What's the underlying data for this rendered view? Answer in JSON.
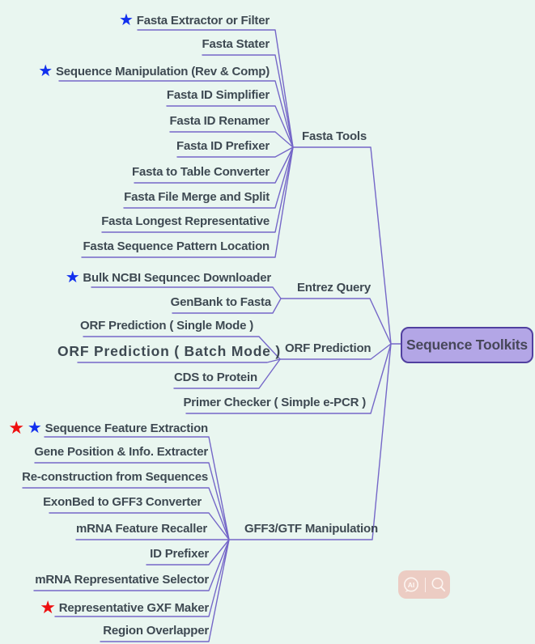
{
  "root": {
    "label": "Sequence Toolkits"
  },
  "branches": [
    {
      "label": "Fasta Tools",
      "leaves": [
        {
          "label": "Fasta Extractor or Filter",
          "stars": [
            "blue"
          ]
        },
        {
          "label": "Fasta Stater",
          "stars": []
        },
        {
          "label": "Sequence Manipulation (Rev & Comp)",
          "stars": [
            "blue"
          ]
        },
        {
          "label": "Fasta ID Simplifier",
          "stars": []
        },
        {
          "label": "Fasta ID Renamer",
          "stars": []
        },
        {
          "label": "Fasta ID Prefixer",
          "stars": []
        },
        {
          "label": "Fasta to Table Converter",
          "stars": []
        },
        {
          "label": "Fasta File Merge and Split",
          "stars": []
        },
        {
          "label": "Fasta Longest Representative",
          "stars": []
        },
        {
          "label": "Fasta Sequence Pattern Location",
          "stars": []
        }
      ]
    },
    {
      "label": "Entrez Query",
      "leaves": [
        {
          "label": "Bulk NCBI Sequncec Downloader",
          "stars": [
            "blue"
          ]
        },
        {
          "label": "GenBank to Fasta",
          "stars": []
        }
      ]
    },
    {
      "label": "ORF Prediction",
      "leaves": [
        {
          "label": "ORF Prediction ( Single Mode )",
          "stars": []
        },
        {
          "label": "ORF Prediction ( Batch Mode )",
          "stars": [],
          "emphasis": true
        },
        {
          "label": "CDS to Protein",
          "stars": []
        },
        {
          "label": "Primer Checker ( Simple e-PCR )",
          "stars": []
        }
      ]
    },
    {
      "label": "GFF3/GTF Manipulation",
      "leaves": [
        {
          "label": "Sequence Feature Extraction",
          "stars": [
            "red",
            "blue"
          ]
        },
        {
          "label": "Gene Position & Info. Extracter",
          "stars": []
        },
        {
          "label": "Re-construction from Sequences",
          "stars": []
        },
        {
          "label": "ExonBed to GFF3 Converter",
          "stars": []
        },
        {
          "label": "mRNA Feature Recaller",
          "stars": []
        },
        {
          "label": "ID Prefixer",
          "stars": []
        },
        {
          "label": "mRNA Representative Selector",
          "stars": []
        },
        {
          "label": "Representative GXF Maker",
          "stars": [
            "red"
          ]
        },
        {
          "label": "Region Overlapper",
          "stars": []
        }
      ]
    }
  ],
  "icons": {
    "star": "★"
  },
  "watermark": {
    "ai_label": "AI"
  },
  "colors": {
    "background": "#e9f6f0",
    "connector": "#7567c8",
    "text": "#3e4952",
    "root_fill": "#b3a6e6",
    "root_border": "#5140a0",
    "star_blue": "#1230ee",
    "star_red": "#ee1010",
    "watermark_pill": "#eeb2a8"
  }
}
